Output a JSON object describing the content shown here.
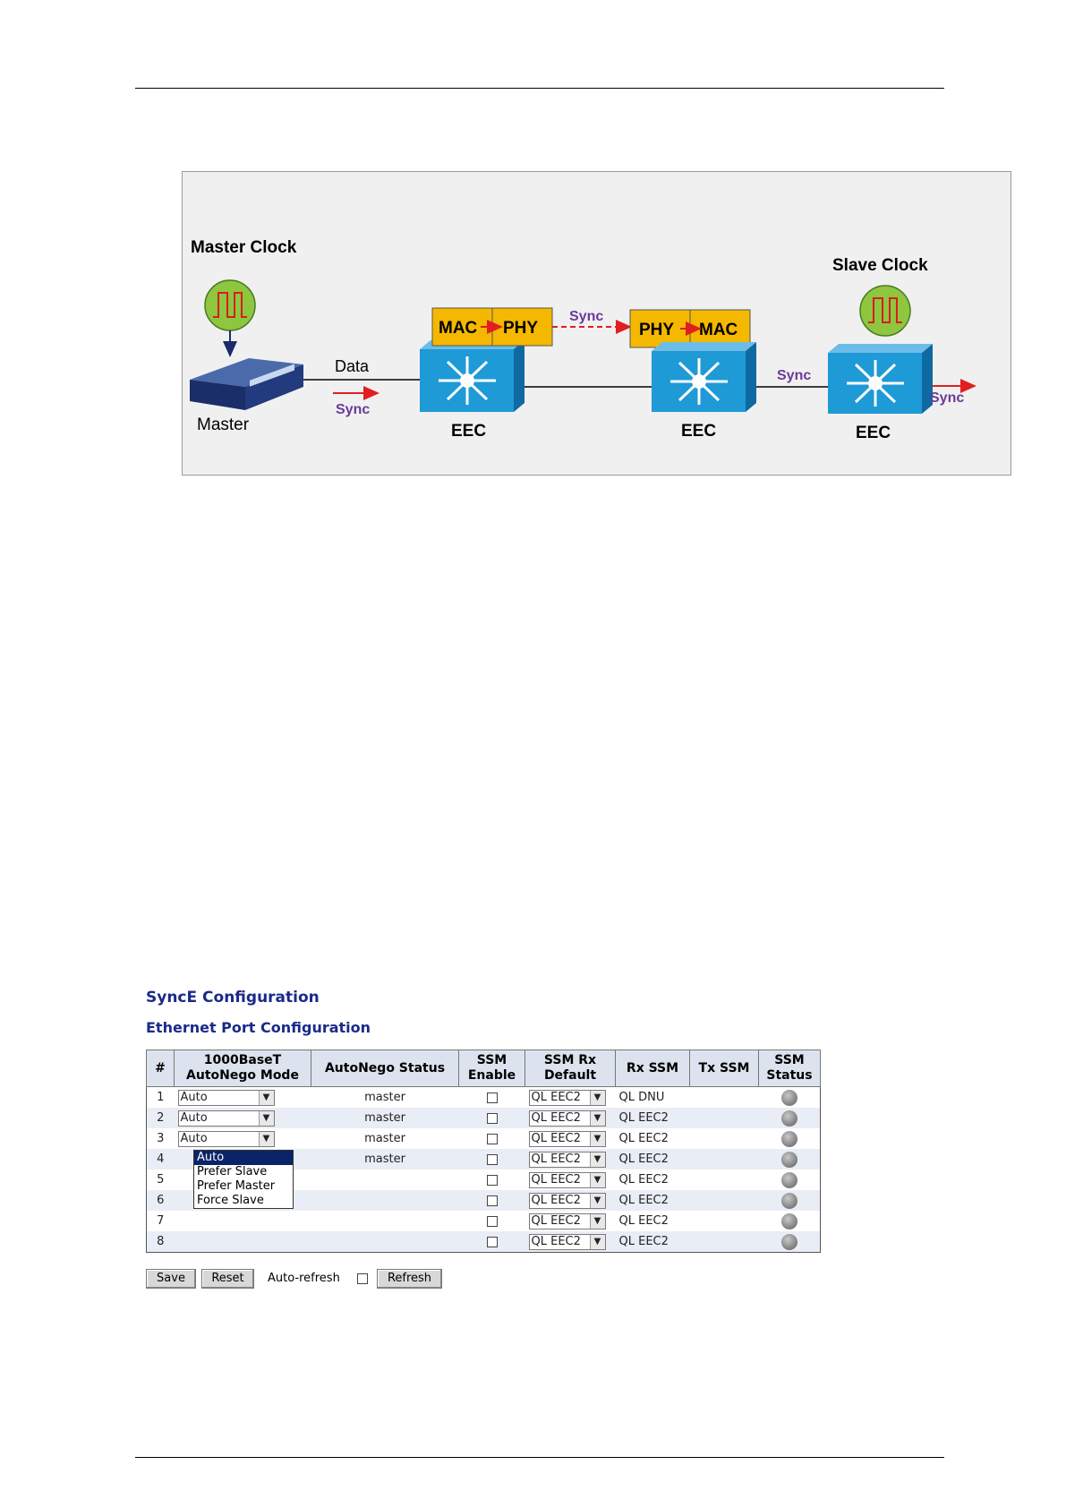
{
  "figure": {
    "master_clock_label": "Master Clock",
    "slave_clock_label": "Slave Clock",
    "master_label": "Master",
    "data_label": "Data",
    "sync_label": "Sync",
    "mac_label": "MAC",
    "phy_label": "PHY",
    "eec_label": "EEC",
    "colors": {
      "switch_blue": "#1e9ad6",
      "box_yellow": "#f5b800",
      "clock_green": "#8ec63f",
      "sync_text": "#6a3a9a",
      "arrow_red": "#e02020"
    }
  },
  "synce": {
    "title": "SyncE Configuration",
    "subtitle": "Ethernet Port Configuration",
    "columns": [
      "#",
      "1000BaseT AutoNego Mode",
      "AutoNego Status",
      "SSM Enable",
      "SSM Rx Default",
      "Rx SSM",
      "Tx SSM",
      "SSM Status"
    ],
    "col_mode_line1": "1000BaseT",
    "col_mode_line2": "AutoNego Mode",
    "col_ssm_en_line1": "SSM",
    "col_ssm_en_line2": "Enable",
    "col_rxdef_line1": "SSM Rx",
    "col_rxdef_line2": "Default",
    "col_status_line1": "SSM",
    "col_status_line2": "Status",
    "rows": [
      {
        "num": "1",
        "mode": "Auto",
        "status": "master",
        "ssm_default": "QL EEC2",
        "rx_ssm": "QL DNU",
        "tx_ssm": ""
      },
      {
        "num": "2",
        "mode": "Auto",
        "status": "master",
        "ssm_default": "QL EEC2",
        "rx_ssm": "QL EEC2",
        "tx_ssm": ""
      },
      {
        "num": "3",
        "mode": "Auto",
        "status": "master",
        "ssm_default": "QL EEC2",
        "rx_ssm": "QL EEC2",
        "tx_ssm": ""
      },
      {
        "num": "4",
        "mode": "",
        "status": "master",
        "ssm_default": "QL EEC2",
        "rx_ssm": "QL EEC2",
        "tx_ssm": ""
      },
      {
        "num": "5",
        "mode": "",
        "status": "",
        "ssm_default": "QL EEC2",
        "rx_ssm": "QL EEC2",
        "tx_ssm": ""
      },
      {
        "num": "6",
        "mode": "",
        "status": "",
        "ssm_default": "QL EEC2",
        "rx_ssm": "QL EEC2",
        "tx_ssm": ""
      },
      {
        "num": "7",
        "mode": "",
        "status": "",
        "ssm_default": "QL EEC2",
        "rx_ssm": "QL EEC2",
        "tx_ssm": ""
      },
      {
        "num": "8",
        "mode": "",
        "status": "",
        "ssm_default": "QL EEC2",
        "rx_ssm": "QL EEC2",
        "tx_ssm": ""
      }
    ],
    "mode_options": [
      "Auto",
      "Prefer Slave",
      "Prefer Master",
      "Force Slave"
    ],
    "buttons": {
      "save": "Save",
      "reset": "Reset",
      "refresh": "Refresh"
    },
    "auto_refresh_label": "Auto-refresh"
  }
}
